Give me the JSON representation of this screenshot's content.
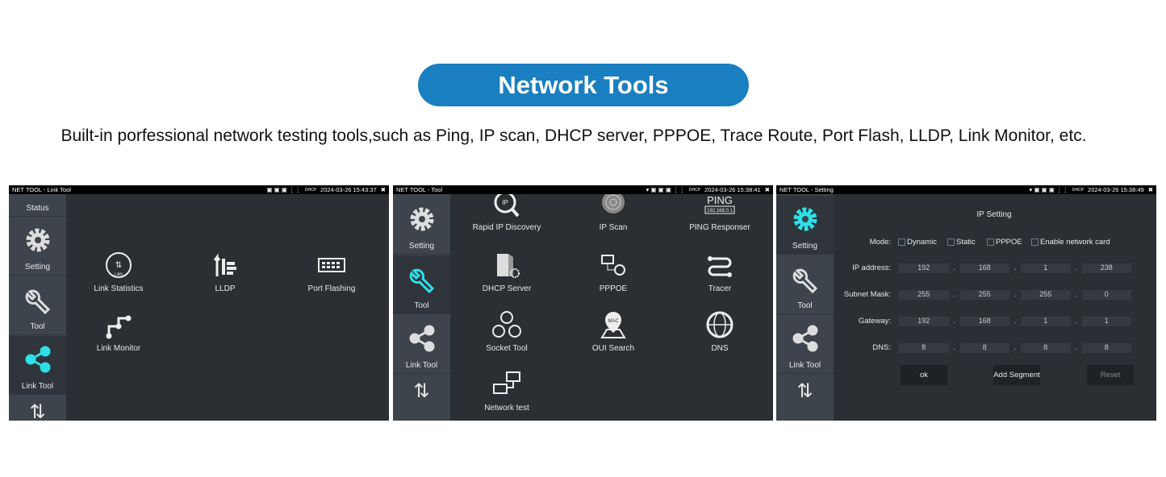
{
  "header": {
    "title": "Network Tools",
    "subtitle": "Built-in porfessional network testing tools,such as Ping, IP scan, DHCP server, PPPOE, Trace Route, Port Flash, LLDP, Link Monitor, etc."
  },
  "accent": "#1a7fc1",
  "highlight": "#2de0e8",
  "screens": [
    {
      "title": "NET TOOL - Link Tool",
      "datetime": "2024-03-26 15:43:37",
      "sidebar": [
        "Status",
        "Setting",
        "Tool",
        "Link Tool"
      ],
      "tools": [
        "Link Statistics",
        "LLDP",
        "Port Flashing",
        "Link Monitor"
      ],
      "lan_label": "LAN"
    },
    {
      "title": "NET TOOL - Tool",
      "datetime": "2024-03-26 15:38:41",
      "sidebar": [
        "Setting",
        "Tool",
        "Link Tool"
      ],
      "tools": [
        "Rapid IP Discovery",
        "IP Scan",
        "PING Responser",
        "DHCP Server",
        "PPPOE",
        "Tracer",
        "Socket Tool",
        "OUI Search",
        "DNS",
        "Network test"
      ],
      "ping_text": "PING",
      "ping_ip": "192.168.0.1",
      "mac_label": "MAC",
      "ip_label": "IP"
    },
    {
      "title": "NET TOOL - Setting",
      "datetime": "2024-03-26 15:38:49",
      "sidebar": [
        "Setting",
        "Tool",
        "Link Tool"
      ],
      "heading": "IP Setting",
      "mode_label": "Mode:",
      "modes": [
        "Dynamic",
        "Static",
        "PPPOE",
        "Enable network card"
      ],
      "fields": [
        {
          "label": "IP address:",
          "v": [
            "192",
            "168",
            "1",
            "238"
          ]
        },
        {
          "label": "Subnet Mask:",
          "v": [
            "255",
            "255",
            "255",
            "0"
          ]
        },
        {
          "label": "Gateway:",
          "v": [
            "192",
            "168",
            "1",
            "1"
          ]
        },
        {
          "label": "DNS:",
          "v": [
            "8",
            "8",
            "8",
            "8"
          ]
        }
      ],
      "buttons": [
        "ok",
        "Add Segment",
        "Reset"
      ]
    }
  ],
  "dhcp_badge": "DHCP"
}
